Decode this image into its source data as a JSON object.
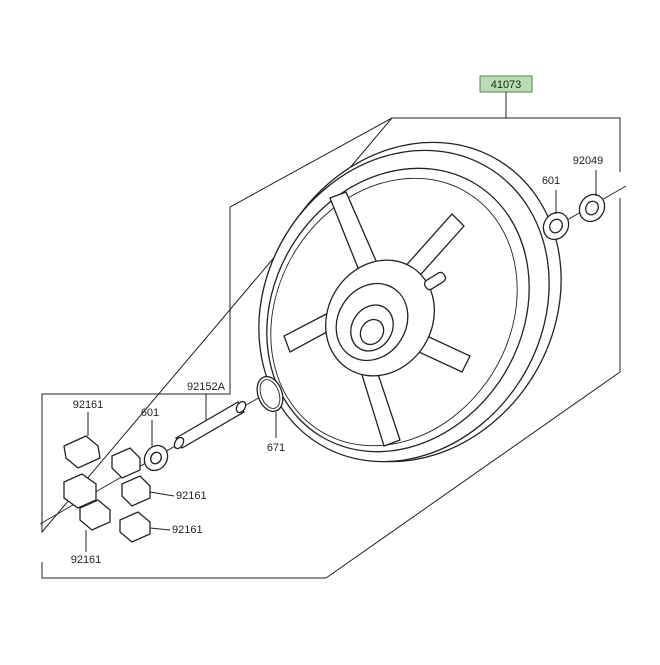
{
  "diagram": {
    "callouts": {
      "main_assembly": "41073",
      "oil_seal": "92049",
      "bearing_right": "601",
      "collar": "92152A",
      "bearing_left": "601",
      "o_ring": "671",
      "damper_top": "92161",
      "damper_right_upper": "92161",
      "damper_right_lower": "92161",
      "damper_bottom": "92161"
    },
    "colors": {
      "highlight_fill": "#b9dcb4",
      "line": "#222222"
    }
  }
}
